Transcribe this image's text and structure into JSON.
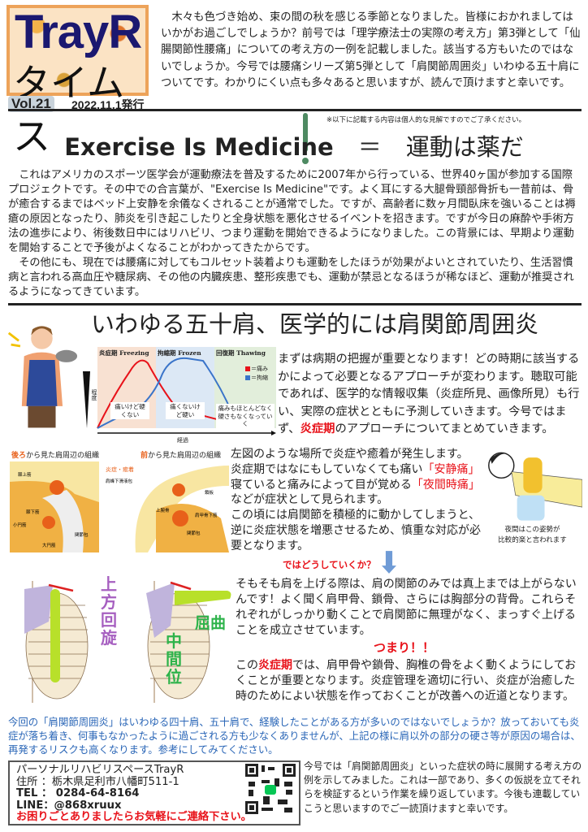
{
  "header": {
    "logo_line1": "TrayR",
    "logo_line2": "タイムス",
    "volume": "Vol.21",
    "issue_date": "2022.11.1発行",
    "intro": "木々も色づき始め、束の間の秋を感じる季節となりました。皆様におかれましてはいかがお過ごしでしょうか？前号では「理学療法士の実際の考え方」第3弾として「仙腸関節性腰痛」についての考え方の一例を記載しました。該当する方もいたのではないでしょうか。今号では腰痛シリーズ第5弾として「肩関節周囲炎」いわゆる五十肩についてです。わかりにくい点も多々あると思いますが、読んで頂けますと幸いです。"
  },
  "section1": {
    "disclaimer": "※以下に記載する内容は個人的な見解ですのでご了承ください。",
    "title_en": "Exercise Is Medicine",
    "title_eq": "＝",
    "title_jp": "運動は薬だ",
    "paragraphs": [
      "これはアメリカのスポーツ医学会が運動療法を普及するために2007年から行っている、世界40ヶ国が参加する国際プロジェクトです。その中での合言葉が、\"Exercise Is Medicine\"です。よく耳にする大腿骨頸部骨折も一昔前は、骨が癒合するまではベッド上安静を余儀なくされることが通常でした。ですが、高齢者に数ヶ月間臥床を強いることは褥瘡の原因となったり、肺炎を引き起こしたりと全身状態を悪化させるイベントを招きます。ですが今日の麻酔や手術方法の進歩により、術後数日中にはリハビリ、つまり運動を開始できるようになりました。この背景には、早期より運動を開始することで予後がよくなることがわかってきたからです。",
      "その他にも、現在では腰痛に対してもコルセット装着よりも運動をしたほうが効果がよいとされていたり、生活習慣病と言われる高血圧や糖尿病、その他の内臓疾患、整形疾患でも、運動が禁忌となるほうが稀なほど、運動が推奨されるようになってきています。"
    ]
  },
  "section2": {
    "title": "いわゆる五十肩、医学的には肩関節周囲炎",
    "phase_chart": {
      "phases": [
        "炎症期 Freezing",
        "拘縮期 Frozen",
        "回復期 Thawing"
      ],
      "legend": [
        "＝痛み",
        "＝拘縮"
      ],
      "notes": [
        "痛いけど硬くない",
        "痛くないけど硬い",
        "痛みもほとんどなく硬さもなくなっていく"
      ],
      "ylabel": "程度",
      "xlabel": "経過",
      "colors": {
        "pain": "#e8121a",
        "stiffness": "#3a74c9"
      }
    },
    "para1_before": "まずは病期の把握が重要となります！どの時期に該当するかによって必要となるアプローチが変わります。聴取可能であれば、医学的な情報収集（炎症所見、画像所見）も行い、実際の症状とともに予測していきます。今号ではまず、",
    "para1_highlight": "炎症期",
    "para1_after": "のアプローチについてまとめていきます。",
    "diagram_back_title_hl": "後ろ",
    "diagram_back_title": "から見た肩周辺の組織",
    "diagram_front_title_hl": "前",
    "diagram_front_title": "から見た肩周辺の組織",
    "diagram_labels": [
      "炎症・癒着",
      "肩峰下滑液包",
      "棘上筋",
      "棘下筋",
      "小円筋",
      "大円筋",
      "関節包",
      "鎖板",
      "上腕骨",
      "肩甲骨下筋",
      "関節包"
    ],
    "para2_l1": "左図のような場所で炎症や癒着が発生します。",
    "para2_l2": "炎症期ではなにもしていなくても痛い",
    "para2_l2_hl": "「安静痛」",
    "para2_l3": "寝ていると痛みによって目が覚める",
    "para2_l3_hl": "「夜間時痛」",
    "para2_l4": "などが症状として見られます。",
    "para2_l5": "この頃には肩関節を積極的に動かしてしまうと、逆に炎症状態を増悪させるため、慎重な対応が必要となります。",
    "sleep_caption_1": "夜間はこの姿勢が",
    "sleep_caption_2": "比較的楽と言われます",
    "question": "ではどうしていくか？",
    "skeleton_labels": {
      "neutral": "中間位",
      "upward_rotation": "上方回旋",
      "flexion": "屈曲"
    },
    "para3": "そもそも肩を上げる際は、肩の関節のみでは真上までは上がらないんです！よく聞く肩甲骨、鎖骨、さらには胸部分の背骨。これらそれぞれがしっかり動くことで肩関節に無理がなく、まっすぐ上げることを成立させています。",
    "emphasis": "つまり！！",
    "para4_before": "この",
    "para4_highlight": "炎症期",
    "para4_after": "では、肩甲骨や鎖骨、胸椎の骨をよく動くようにしておくことが重要となります。炎症管理を適切に行い、炎症が治癒した時のためによい状態を作っておくことが改善への近道となります。"
  },
  "footer": {
    "summary": "今回の「肩関節周囲炎」はいわゆる四十肩、五十肩で、経験したことがある方が多いのではないでしょうか？放っておいても炎症が落ち着き、何事もなかったように過ごされる方も少なくありませんが、上記の様に肩以外の部分の硬さ等が原因の場合は、再発するリスクも高くなります。参考にしてみてください。",
    "contact": {
      "name": "パーソナルリハビリスペースTrayR",
      "address": "住所 ：栃木県足利市八幡町511-1",
      "tel": " TEL ： 0284-64-8164",
      "line": "LINE：@868xruux",
      "cta": "お困りごとありましたらお気軽にご連絡下さい。"
    },
    "closing": "今号では「肩関節周囲炎」といった症状の時に展開する考え方の例を示してみました。これは一部であり、多くの仮説を立てそれらを検証するという作業を繰り返しています。今後も連載していこうと思いますのでご一読頂けますと幸いです。"
  }
}
